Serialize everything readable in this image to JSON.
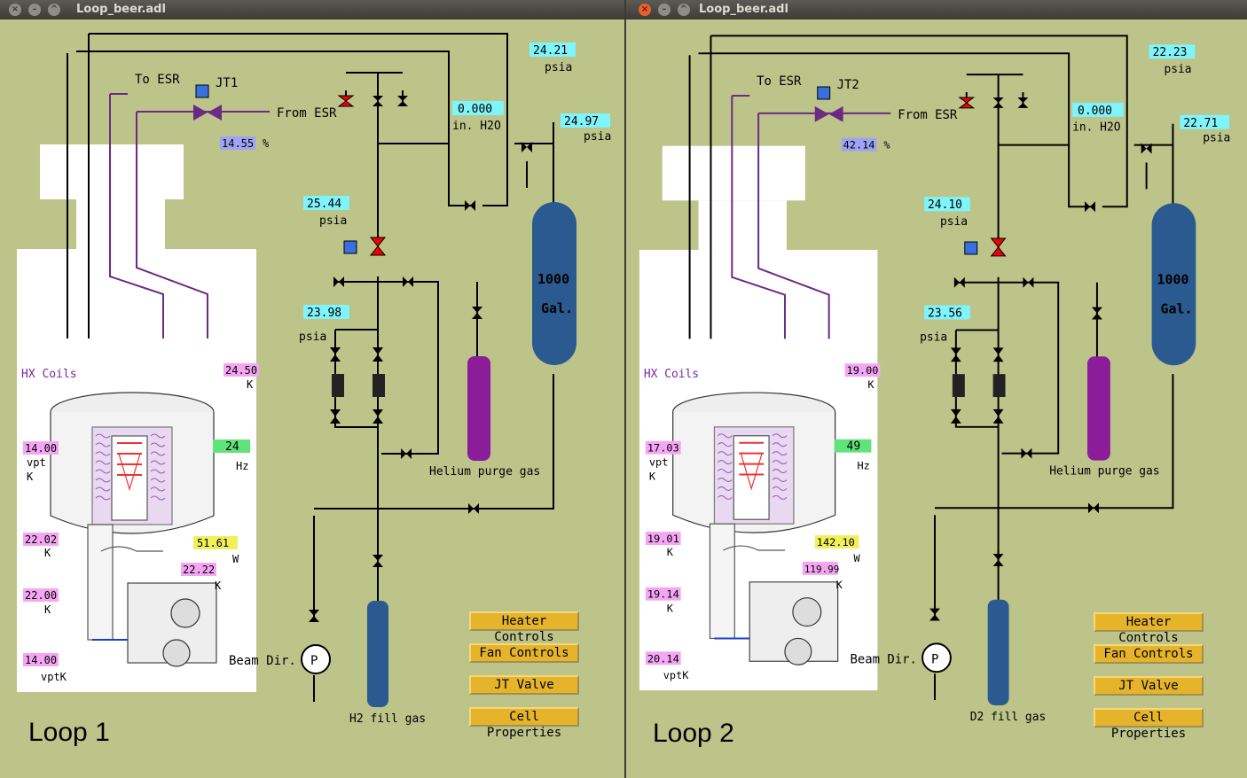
{
  "windows": [
    {
      "title": "Loop_beer.adl",
      "loop_label": "Loop 1",
      "jt_label": "JT1",
      "to_esr": "To ESR",
      "from_esr": "From ESR",
      "jt_percent": "14.55",
      "percent_unit": "%",
      "top_pressure": "24.21",
      "water_pressure": "0.000",
      "water_unit": "in. H2O",
      "tank_pressure": "24.97",
      "line_pressure": "25.44",
      "purge_pressure": "23.98",
      "psia": "psia",
      "tank_label_1": "1000",
      "tank_label_2": "Gal.",
      "helium_label": "Helium purge gas",
      "fill_gas_label": "H2 fill gas",
      "beam_label": "Beam Dir.",
      "hx_label": "HX Coils",
      "hx_temp": "24.50",
      "fan_hz": "24",
      "hz_unit": "Hz",
      "vpt_top": "14.00",
      "vpt_unit": "vpt",
      "k_unit": "K",
      "w_unit": "W",
      "temp_a": "22.02",
      "heater_w": "51.61",
      "temp_b": "22.22",
      "temp_c": "22.00",
      "vpt_bottom": "14.00",
      "vptk_unit": "vptK",
      "pump_label": "P"
    },
    {
      "title": "Loop_beer.adl",
      "loop_label": "Loop 2",
      "jt_label": "JT2",
      "to_esr": "To ESR",
      "from_esr": "From ESR",
      "jt_percent": "42.14",
      "percent_unit": "%",
      "top_pressure": "22.23",
      "water_pressure": "0.000",
      "water_unit": "in. H2O",
      "tank_pressure": "22.71",
      "line_pressure": "24.10",
      "purge_pressure": "23.56",
      "psia": "psia",
      "tank_label_1": "1000",
      "tank_label_2": "Gal.",
      "helium_label": "Helium purge gas",
      "fill_gas_label": "D2 fill gas",
      "beam_label": "Beam Dir.",
      "hx_label": "HX Coils",
      "hx_temp": "19.00",
      "fan_hz": "49",
      "hz_unit": "Hz",
      "vpt_top": "17.03",
      "vpt_unit": "vpt",
      "k_unit": "K",
      "w_unit": "W",
      "temp_a": "19.01",
      "heater_w": "142.10",
      "temp_b": "119.99",
      "temp_c": "19.14",
      "vpt_bottom": "20.14",
      "vptk_unit": "vptK",
      "pump_label": "P"
    }
  ],
  "buttons": {
    "heater": "Heater Controls",
    "fan": "Fan Controls",
    "jt": "JT Valve",
    "cell": "Cell Properties"
  },
  "colors": {
    "panel_bg": "#bcc48a",
    "readout_cyan": "#7ff5fb",
    "readout_pink": "#f5a6f3",
    "readout_green": "#5fe37a",
    "readout_yellow": "#f2f05a",
    "readout_blue": "#9ea3f5",
    "tank_blue": "#2a5a8f",
    "purge_purple": "#8b1d9a",
    "button_gold": "#e6b42a"
  }
}
